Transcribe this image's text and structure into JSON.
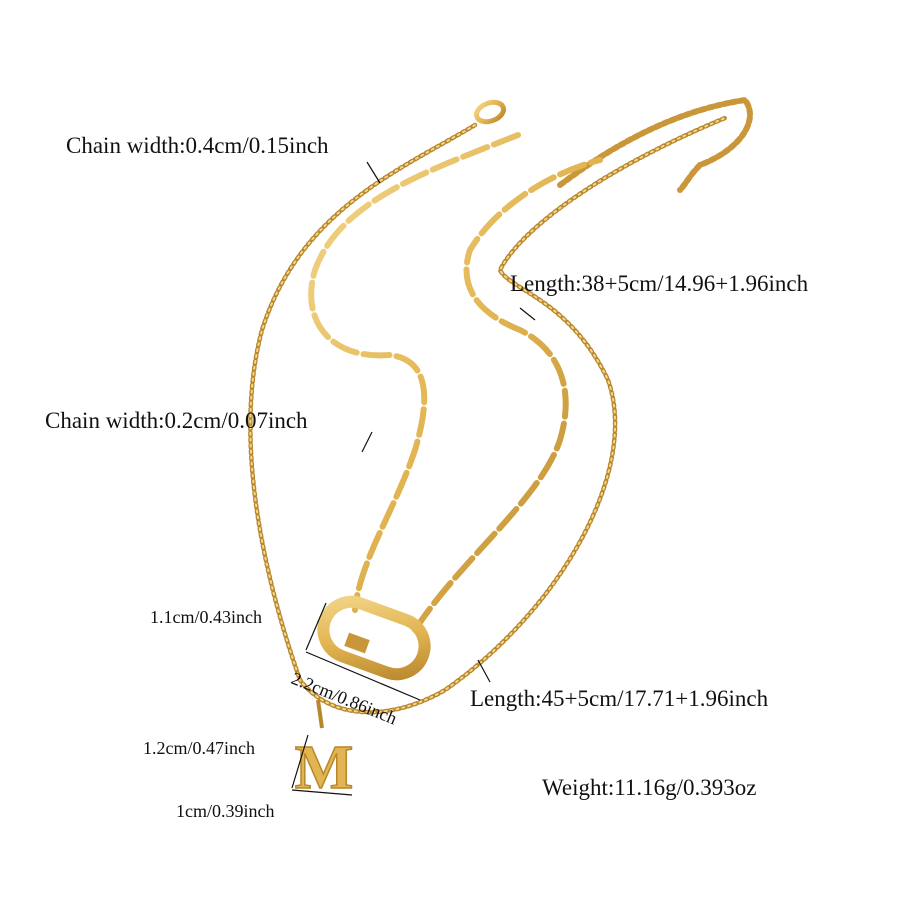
{
  "colors": {
    "gold": "#e2b552",
    "gold_dark": "#b8862c",
    "gold_light": "#f3d68a",
    "text": "#111111"
  },
  "labels": {
    "chain_width_paperclip": "Chain width:0.4cm/0.15inch",
    "length_short": "Length:38+5cm/14.96+1.96inch",
    "chain_width_thin": "Chain width:0.2cm/0.07inch",
    "clasp_width": "1.1cm/0.43inch",
    "clasp_length": "2.2cm/0.86inch",
    "length_long": "Length:45+5cm/17.71+1.96inch",
    "pendant_height": "1.2cm/0.47inch",
    "pendant_width": "1cm/0.39inch",
    "weight": "Weight:11.16g/0.393oz"
  },
  "pendant": {
    "letter": "M",
    "icon": "letter-m-pendant-icon"
  },
  "clasp": {
    "icon": "carabiner-lock-icon"
  }
}
